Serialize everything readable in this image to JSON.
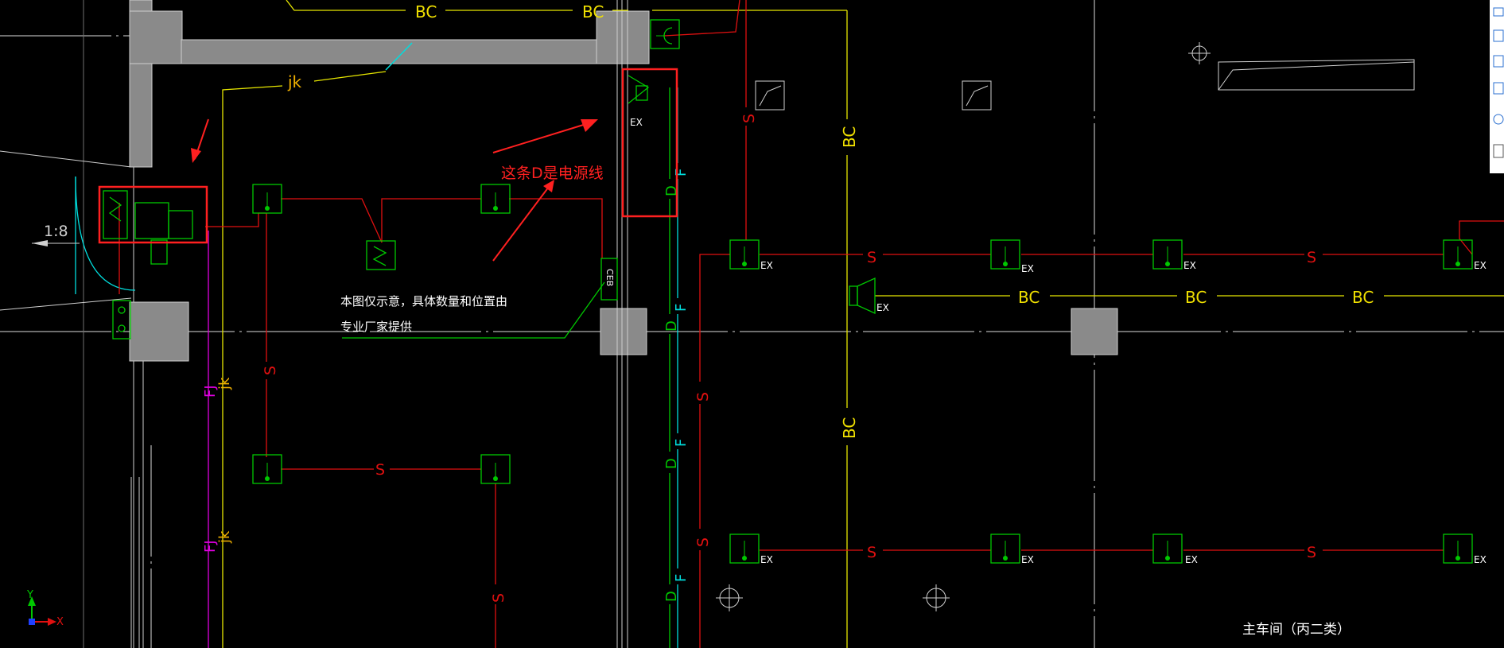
{
  "annotation": {
    "power_line_note": "这条D是电源线"
  },
  "notes": {
    "line1": "本图仅示意，具体数量和位置由",
    "line2": "专业厂家提供",
    "room_title": "主车间（丙二类）"
  },
  "scale_label": "1:8",
  "wire_labels": {
    "bc": "BC",
    "s": "S",
    "d": "D",
    "f": "F",
    "jk": "jk",
    "fj": "FJ",
    "ex": "EX",
    "box_text": "CEB"
  },
  "ucs": {
    "y_axis": "Y",
    "x_axis": "X"
  },
  "colors": {
    "red_wire": "#e01010",
    "yellow_wire": "#e6e600",
    "cyan_wire": "#00dede",
    "magenta_wire": "#e000e0",
    "green_device": "#00c800",
    "walls": "#8a8a8a",
    "annotation_red": "#ff2020"
  }
}
